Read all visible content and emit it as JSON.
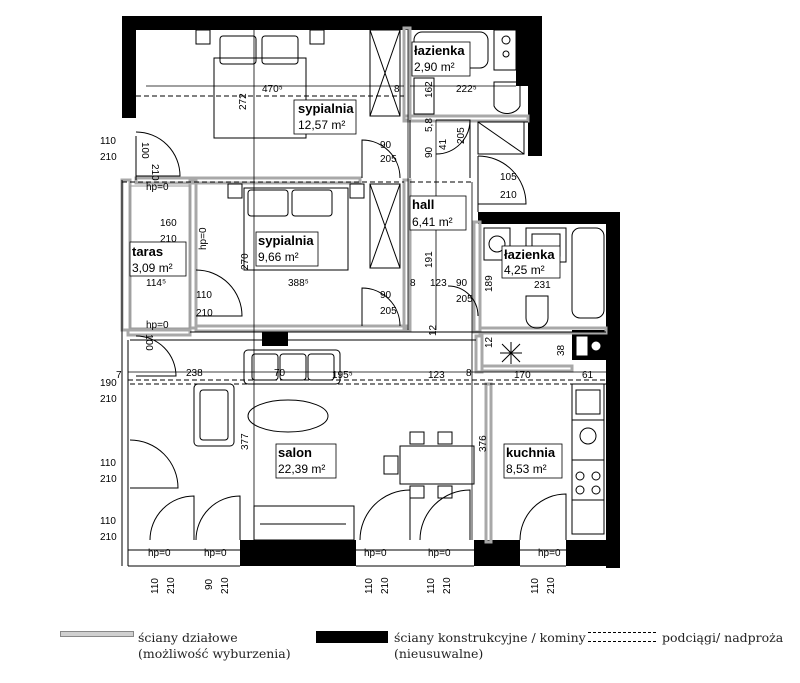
{
  "rooms": {
    "bedroom1": {
      "name": "sypialnia",
      "area": "12,57 m²"
    },
    "bathroom1": {
      "name": "łazienka",
      "area": "2,90 m²"
    },
    "terrace": {
      "name": "taras",
      "area": "3,09 m²"
    },
    "bedroom2": {
      "name": "sypialnia",
      "area": "9,66 m²"
    },
    "hall": {
      "name": "hall",
      "area": "6,41 m²"
    },
    "bathroom2": {
      "name": "łazienka",
      "area": "4,25 m²"
    },
    "living": {
      "name": "salon",
      "area": "22,39 m²"
    },
    "kitchen": {
      "name": "kuchnia",
      "area": "8,53 m²"
    }
  },
  "dimensions": {
    "d_470": "470⁵",
    "d_272": "272",
    "d_8a": "8",
    "d_162": "162",
    "d_2225": "222⁵",
    "d_58": "5,8",
    "d_90a": "90",
    "d_205a": "205",
    "d_90b": "90",
    "d_205b": "205",
    "d_90c": "90",
    "d_41": "41",
    "d_105": "105",
    "d_210a": "210",
    "d_110a": "110",
    "d_210b": "210",
    "d_210c": "210",
    "d_100a": "100",
    "d_160": "160",
    "d_210d": "210",
    "d_270": "270",
    "d_191": "191",
    "d_1145": "114⁵",
    "d_110b": "110",
    "d_210e": "210",
    "d_3885": "388⁵",
    "d_8b": "8",
    "d_123a": "123",
    "d_90d": "90",
    "d_205c": "205",
    "d_189": "189",
    "d_231": "231",
    "d_90e": "90",
    "d_205d": "205",
    "d_12a": "12",
    "d_12b": "12",
    "d_38": "38",
    "d_61": "61",
    "d_100b": "100",
    "d_190": "190",
    "d_7": "7",
    "d_210f": "210",
    "d_238": "238",
    "d_70": "70",
    "d_1955": "195⁵",
    "d_123b": "123",
    "d_8c": "8",
    "d_170": "170",
    "d_377": "377",
    "d_376": "376",
    "d_110c": "110",
    "d_210g": "210",
    "d_110d": "110",
    "d_210h": "210",
    "hp1": "hp=0",
    "hp2": "hp=0",
    "hp3": "hp=0",
    "hp4": "hp=0",
    "hp5": "hp=0",
    "hp6": "hp=0",
    "hp7": "hp=0",
    "hp8": "hp=0",
    "b_110a": "110",
    "b_210a": "210",
    "b_90": "90",
    "b_210b": "210",
    "b_110b": "110",
    "b_210c": "210",
    "b_110c": "110",
    "b_210d": "210",
    "b_110d": "110",
    "b_210e": "210"
  },
  "legend": {
    "partition_line1": "ściany działowe",
    "partition_line2": "(możliwość wyburzenia)",
    "structural_line1": "ściany konstrukcyjne / kominy",
    "structural_line2": "(nieusuwalne)",
    "beams": "podciągi/ nadproża"
  },
  "colors": {
    "structural": "#000000",
    "partition": "#a8a8a8",
    "line": "#000000"
  }
}
